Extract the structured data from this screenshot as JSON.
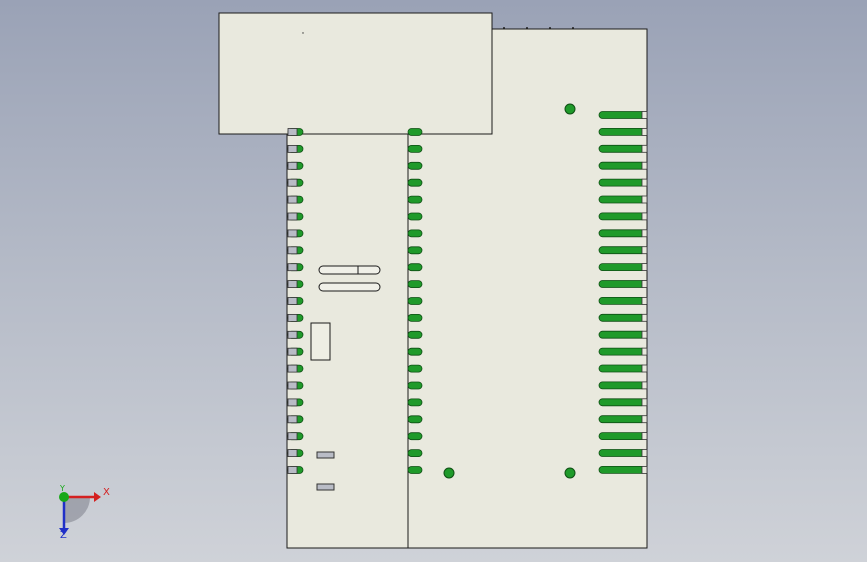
{
  "viewport": {
    "background_top": "#9aa2b6",
    "background_bottom": "#cfd2d8"
  },
  "model": {
    "body_fill": "#e9e9de",
    "edge_color": "#1a1a1a",
    "pin_color": "#1f9a2a",
    "pin_outline": "#0f4f14",
    "left_header_pin_count": 21,
    "middle_header_pin_count": 21,
    "right_header_pin_count": 22,
    "mounting_hole_count": 3
  },
  "triad": {
    "x_label": "X",
    "y_label": "Y",
    "z_label": "Z",
    "x_color": "#d42020",
    "y_color": "#18a818",
    "z_color": "#2030c8"
  }
}
